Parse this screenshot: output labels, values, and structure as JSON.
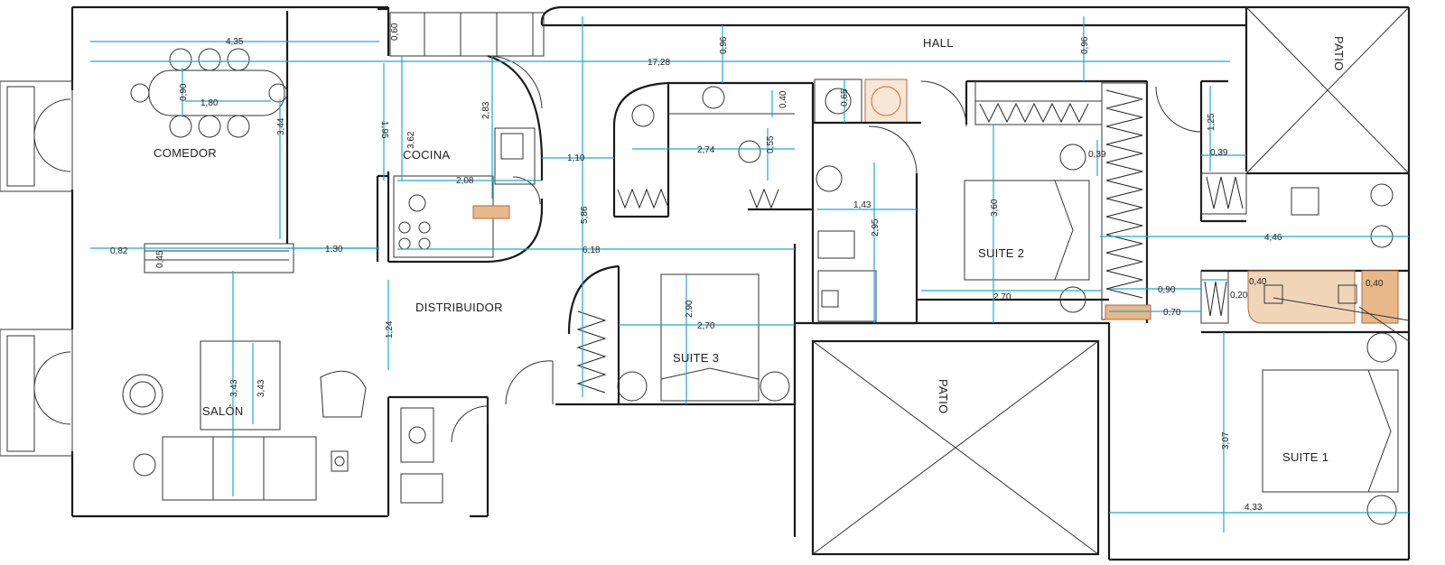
{
  "rooms": {
    "comedor": "COMEDOR",
    "cocina": "COCINA",
    "hall": "HALL",
    "distribuidor": "DISTRIBUIDOR",
    "salon": "SALÓN",
    "suite1": "SUITE 1",
    "suite2": "SUITE 2",
    "suite3": "SUITE 3",
    "patio_top": "PATIO",
    "patio_center": "PATIO"
  },
  "dimensions": {
    "d_4_35": "4,35",
    "d_0_60": "0,60",
    "d_17_28": "17,28",
    "d_0_96a": "0,96",
    "d_0_96b": "0,96",
    "d_0_90": "0,90",
    "d_1_80": "1,80",
    "d_3_44": "3,44",
    "d_1_95": "1,95",
    "d_3_62": "3,62",
    "d_2_83": "2,83",
    "d_0_40a": "0,40",
    "d_0_65": "0,65",
    "d_1_25": "1,25",
    "d_0_39": "0,39",
    "d_0_39b": "0,39",
    "d_1_10": "1,10",
    "d_2_74": "2,74",
    "d_0_55": "0,55",
    "d_3_60": "3,60",
    "d_2_08": "2,08",
    "d_1_43": "1,43",
    "d_2_95": "2,95",
    "d_5_86": "5,86",
    "d_4_46": "4,46",
    "d_0_82": "0,82",
    "d_0_45": "0,45",
    "d_1_30": "1,30",
    "d_6_18": "6,18",
    "d_2_70a": "2,70",
    "d_0_90b": "0,90",
    "d_0_40b": "0,40",
    "d_0_40c": "0,40",
    "d_0_20": "0,20",
    "d_0_70": "0,70",
    "d_2_90": "2,90",
    "d_2_70b": "2,70",
    "d_1_24": "1,24",
    "d_3_43a": "3,43",
    "d_3_43b": "3,43",
    "d_3_07": "3,07",
    "d_4_33": "4,33"
  }
}
